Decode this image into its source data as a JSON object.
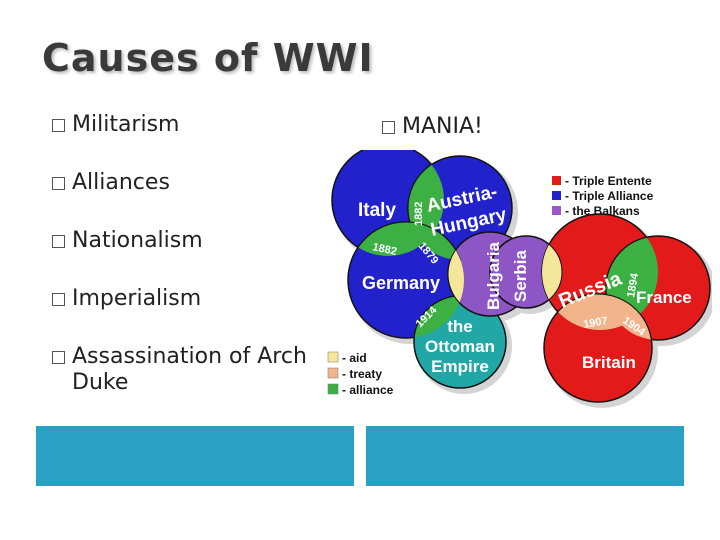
{
  "slide": {
    "title": "Causes of WWI",
    "bullets": [
      "Militarism",
      "Alliances",
      "Nationalism",
      "Imperialism",
      "Assassination of Arch Duke"
    ],
    "right_bullet": "MANIA!"
  },
  "diagram": {
    "countries": {
      "italy": "Italy",
      "austria_1": "Austria-",
      "austria_2": "Hungary",
      "germany": "Germany",
      "bulgaria": "Bulgaria",
      "serbia": "Serbia",
      "ottoman_1": "the",
      "ottoman_2": "Ottoman",
      "ottoman_3": "Empire",
      "russia": "Russia",
      "france": "France",
      "britain": "Britain"
    },
    "years": {
      "italy_austria": "1882",
      "germany_italy": "1882",
      "austria_germany": "1879",
      "germany_ottoman": "1914",
      "russia_france": "1894",
      "russia_britain": "1907",
      "france_britain": "1904"
    },
    "legend_groups": [
      {
        "label": "- Triple Entente",
        "color": "#e21a1a"
      },
      {
        "label": "- Triple Alliance",
        "color": "#2222cc"
      },
      {
        "label": "- the Balkans",
        "color": "#9b59c9"
      }
    ],
    "legend_links": [
      {
        "label": "- aid",
        "color": "#f5e79a"
      },
      {
        "label": "- treaty",
        "color": "#f2b48a"
      },
      {
        "label": "- alliance",
        "color": "#3cb043"
      }
    ],
    "colors": {
      "entente": "#e21a1a",
      "alliance": "#2222cc",
      "balkans": "#8e55c4",
      "ottoman": "#22a7a7",
      "aid": "#f5e79a",
      "treaty": "#f2b48a",
      "alliance_link": "#3cb043"
    }
  }
}
